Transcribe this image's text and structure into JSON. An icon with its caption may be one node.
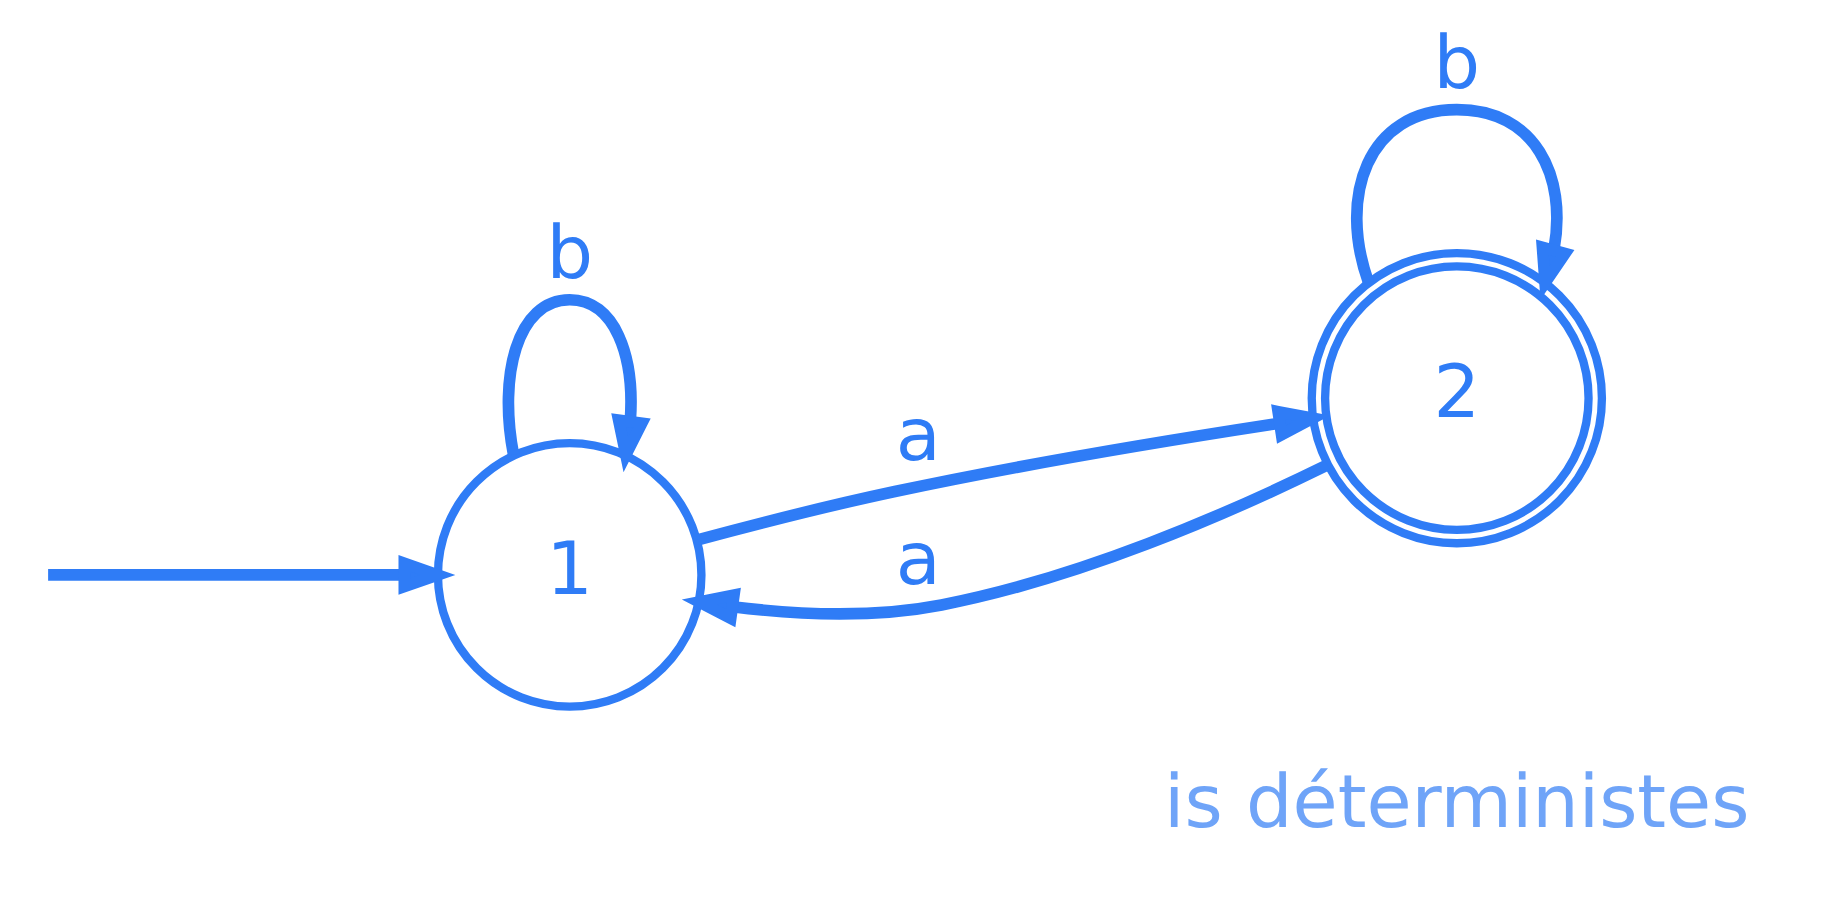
{
  "diagram": {
    "nodes": [
      {
        "text": [
          "1"
        ]
      },
      {
        "text": [
          "2"
        ]
      }
    ],
    "edges": [
      {
        "from": null,
        "to": 0,
        "arrow": "to"
      },
      {
        "from": 0,
        "to": 0,
        "label": "b",
        "arrow": "to"
      },
      {
        "from": 0,
        "to": 1,
        "label": "a",
        "arrow": "to"
      },
      {
        "from": 1,
        "to": 1,
        "label": "b",
        "arrow": "to"
      },
      {
        "from": 1,
        "to": 0,
        "label": "a",
        "arrow": "to"
      }
    ],
    "labels": [
      "is déterministes"
    ]
  }
}
